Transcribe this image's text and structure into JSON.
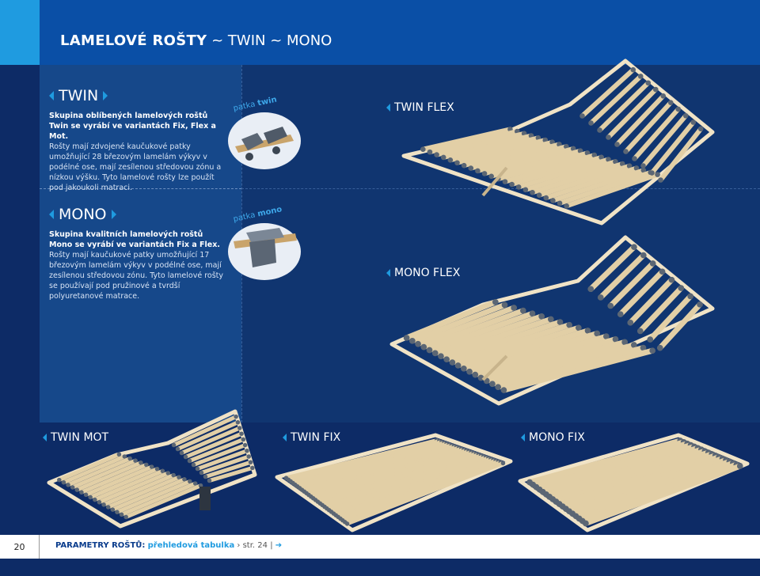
{
  "header": {
    "title_bold": "LAMELOVÉ ROŠTY",
    "title_rest": " ~ TWIN ~ MONO"
  },
  "twin": {
    "heading": "TWIN",
    "lead": "Skupina oblíbených lamelových roštů Twin se vyrábí ve variantách Fix, Flex a Mot.",
    "body": "Rošty mají zdvojené kaučukové patky umožňující 28 březovým lamelám výkyv v podélné ose, mají zesílenou středovou zónu a nízkou výšku. Tyto lamelové rošty lze použít pod jakoukoli matraci.",
    "patka_word": "patka",
    "patka_type": "twin"
  },
  "mono": {
    "heading": "MONO",
    "lead": "Skupina kvalitních lamelových roštů Mono se vyrábí ve variantách Fix a Flex.",
    "body": "Rošty mají kaučukové patky umožňující 17 březovým lamelám výkyv v podélné ose, mají zesílenou středovou zónu. Tyto lamelové rošty se používají pod pružinové a tvrdší polyuretanové matrace.",
    "patka_word": "patka",
    "patka_type": "mono"
  },
  "products": {
    "twin_flex": "TWIN FLEX",
    "mono_flex": "MONO FLEX",
    "twin_mot": "TWIN MOT",
    "twin_fix": "TWIN FIX",
    "mono_fix": "MONO FIX"
  },
  "footer": {
    "page_number": "20",
    "label": "PARAMETRY ROŠTŮ:",
    "link": "přehledová tabulka",
    "ref": "› str. 24",
    "sep": "|",
    "arrow": "➔"
  },
  "colors": {
    "accent": "#1f9be0",
    "header": "#0a4fa6",
    "background": "#0d2b66",
    "wood": "#e2cfa6",
    "rubber": "#5b6674"
  }
}
